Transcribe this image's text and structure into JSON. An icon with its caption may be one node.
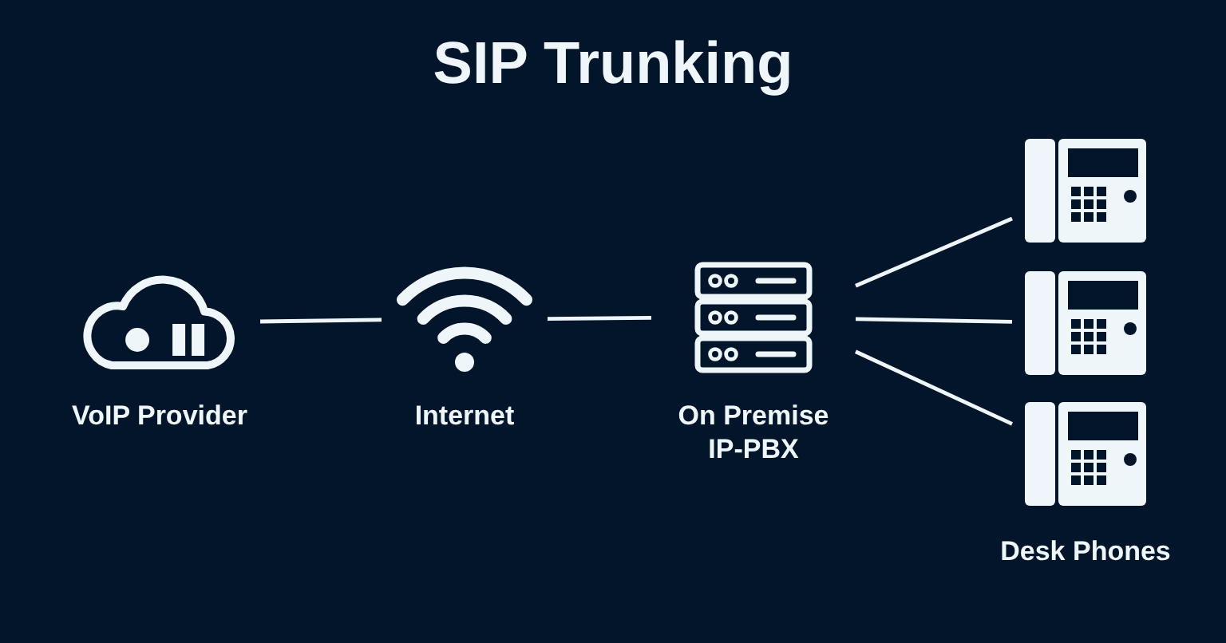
{
  "diagram": {
    "title": "SIP Trunking",
    "nodes": [
      {
        "text": [
          "VoIP Provider"
        ]
      },
      {
        "text": [
          "Internet"
        ]
      },
      {
        "text": [
          "On Premise IP-PBX"
        ]
      },
      {
        "text": [],
        "shape": "picture"
      },
      {
        "text": [],
        "shape": "picture"
      },
      {
        "text": [],
        "shape": "picture"
      }
    ],
    "edges": [
      {
        "from": 0,
        "to": 1,
        "arrow": "none"
      },
      {
        "from": 1,
        "to": 2,
        "arrow": "none"
      },
      {
        "from": 2,
        "to": 3,
        "arrow": "none"
      },
      {
        "from": 2,
        "to": 4,
        "arrow": "none"
      },
      {
        "from": 2,
        "to": 5,
        "arrow": "none"
      }
    ],
    "labels": [
      "Desk Phones"
    ]
  }
}
